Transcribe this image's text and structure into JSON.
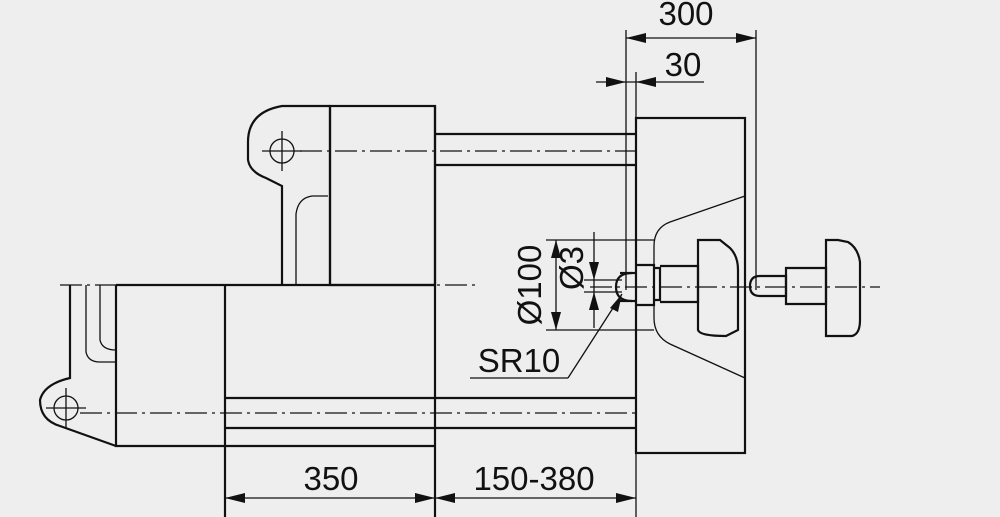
{
  "diagram": {
    "background": "#eeeeee",
    "line_color": "#111111",
    "dimensions": {
      "overall_top": "300",
      "offset_top": "30",
      "platen_left": "350",
      "mould_range": "150-380",
      "dia_large": "Ø100",
      "dia_small": "Ø3",
      "sphere_radius": "SR10"
    }
  }
}
